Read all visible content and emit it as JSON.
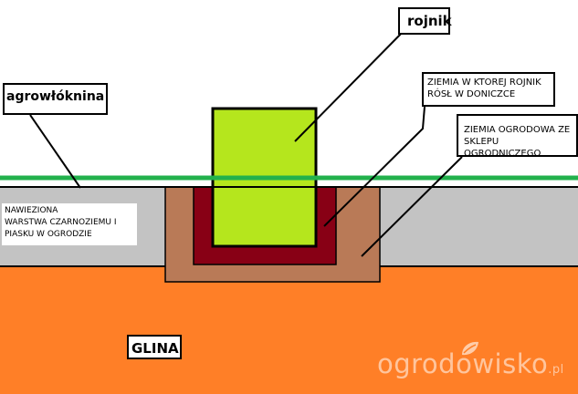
{
  "labels": {
    "rojnik": "rojnik",
    "agrowloknina": "agrowłóknina",
    "ziemia_donica": "ZIEMIA W KTOREJ ROJNIK RÓSŁ W DONICZCE",
    "ziemia_sklep": "ZIEMIA OGRODOWA ZE SKLEPU OGRODNICZEGO",
    "nawieziona_line1": "NAWIEZIONA",
    "nawieziona_line2": "WARSTWA CZARNOZIEMU I",
    "nawieziona_line3": "PIASKU W OGRODZIE",
    "glina": "GLINA"
  },
  "watermark": {
    "text": "ogrodowisko",
    "tld": ".pl"
  },
  "colors": {
    "clay": "#ff7f27",
    "topsoil": "#c3c3c3",
    "garden_soil": "#b97a57",
    "pot_soil": "#880015",
    "plant": "#b5e61d",
    "fabric": "#22b14c",
    "outline": "#000000"
  }
}
